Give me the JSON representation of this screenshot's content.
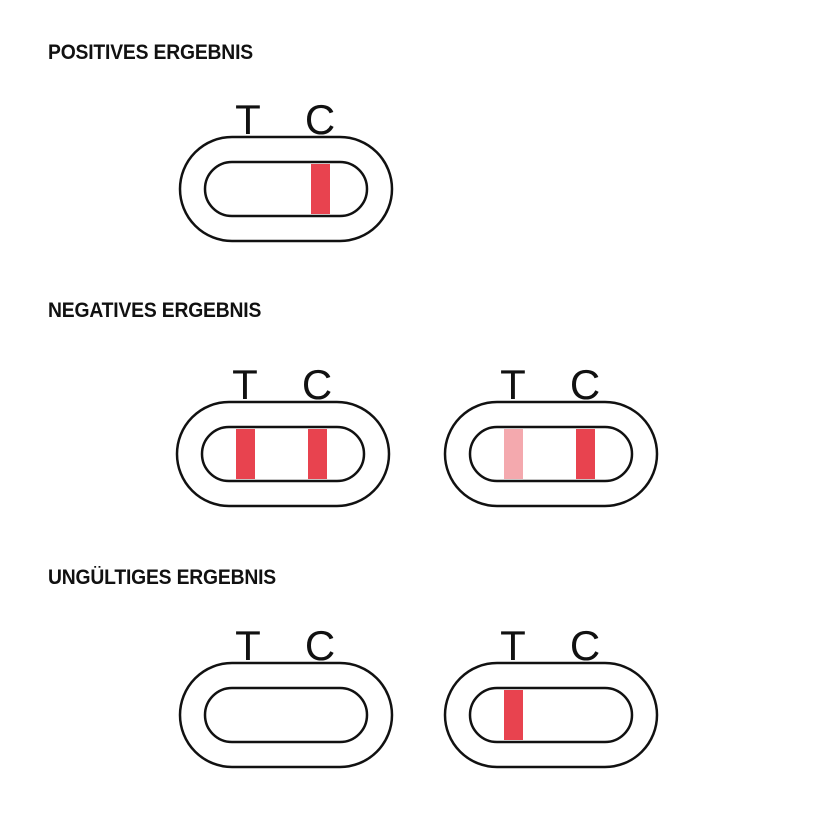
{
  "sections": [
    {
      "heading": "POSITIVES ERGEBNIS",
      "cassettes": [
        {
          "t_label": "T",
          "c_label": "C",
          "t_line": "none",
          "c_line": "strong"
        }
      ]
    },
    {
      "heading": "NEGATIVES ERGEBNIS",
      "cassettes": [
        {
          "t_label": "T",
          "c_label": "C",
          "t_line": "strong",
          "c_line": "strong"
        },
        {
          "t_label": "T",
          "c_label": "C",
          "t_line": "faint",
          "c_line": "strong"
        }
      ]
    },
    {
      "heading": "UNGÜLTIGES ERGEBNIS",
      "cassettes": [
        {
          "t_label": "T",
          "c_label": "C",
          "t_line": "none",
          "c_line": "none"
        },
        {
          "t_label": "T",
          "c_label": "C",
          "t_line": "strong",
          "c_line": "none"
        }
      ]
    }
  ],
  "colors": {
    "strong_line": "#e8434f",
    "faint_line": "#f4a9ae",
    "outline": "#111111",
    "text": "#111111"
  }
}
